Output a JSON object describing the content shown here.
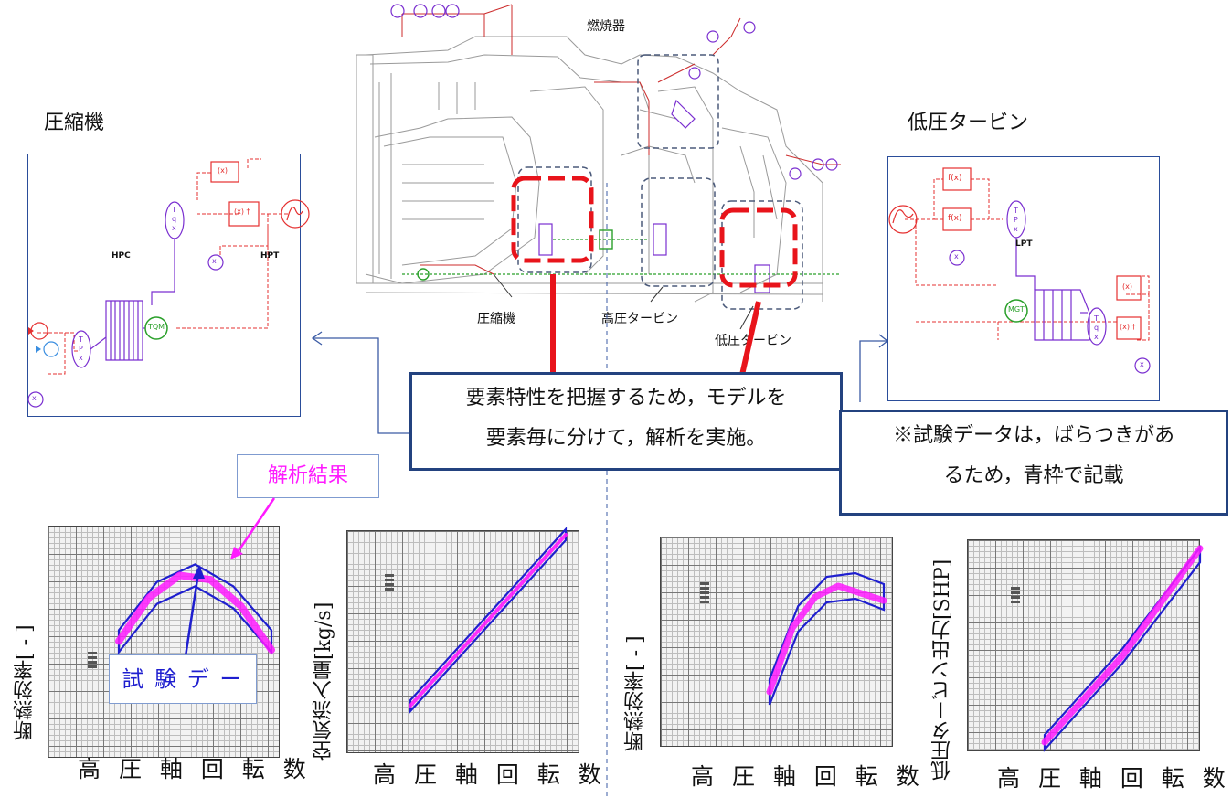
{
  "titles": {
    "compressor": "圧縮機",
    "lp_turbine": "低圧タービン"
  },
  "engine": {
    "combustor": "燃焼器",
    "compressor": "圧縮機",
    "hp_turbine": "高圧タービン",
    "lp_turbine": "低圧タービン"
  },
  "left_schematic": {
    "hpc": "HPC",
    "hpt": "HPT",
    "tqm": "TQM",
    "fx": "(x)",
    "fx2": "(x) †",
    "x": "x",
    "tqx": [
      "T",
      "q",
      "x"
    ],
    "tpx": [
      "T",
      "P",
      "x"
    ]
  },
  "right_schematic": {
    "lpt": "LPT",
    "mgt": "MGT",
    "fx": "f(x)",
    "fx2": "(x)",
    "fx3": "(x) †",
    "tpx": [
      "T",
      "P",
      "x"
    ],
    "tqx": [
      "T",
      "q",
      "x"
    ],
    "x": "x"
  },
  "callouts": {
    "main_line1": "要素特性を把握するため，モデルを",
    "main_line2": "要素毎に分けて，解析を実施。",
    "note_line1": "※試験データは，ばらつきがあ",
    "note_line2": "るため，青枠で記載",
    "analysis_result": "解析結果",
    "test_data": "試 験 デ ー"
  },
  "charts": {
    "xlabel": "高 圧 軸 回 転 数",
    "ylabel_efficiency": "断熱効率[ - ]",
    "ylabel_efficiency2": "断熱効率[ - ]",
    "ylabel_airflow": "空気流入量[kg/s]",
    "ylabel_power": "低圧タービン出力[SHP]"
  },
  "colors": {
    "analysis": "#ff1aff",
    "test_band": "#1f1fcf",
    "callout_border": "#23427f",
    "highlight": "#e8141b",
    "schematic_red": "#e53030",
    "schematic_purple": "#7a2fd0",
    "schematic_green": "#2aa02a"
  },
  "chart_data": [
    {
      "type": "line",
      "ylabel": "断熱効率[ - ]",
      "xlabel": "高 圧 軸 回 転 数",
      "series": [
        {
          "name": "解析結果",
          "x": [
            0,
            0.2,
            0.4,
            0.6,
            0.8,
            1.0
          ],
          "y": [
            0.62,
            0.72,
            0.77,
            0.76,
            0.7,
            0.6
          ]
        },
        {
          "name": "試験データ",
          "x": [
            0,
            0.25,
            0.5,
            0.75,
            1.0
          ],
          "y": [
            0.62,
            0.73,
            0.77,
            0.72,
            0.62
          ]
        }
      ]
    },
    {
      "type": "line",
      "ylabel": "空気流入量[kg/s]",
      "xlabel": "高 圧 軸 回 転 数",
      "series": [
        {
          "name": "解析結果",
          "x": [
            0,
            0.5,
            1.0
          ],
          "y": [
            0.1,
            0.5,
            0.9
          ]
        },
        {
          "name": "試験データ",
          "x": [
            0,
            0.5,
            1.0
          ],
          "y": [
            0.1,
            0.5,
            0.9
          ]
        }
      ]
    },
    {
      "type": "line",
      "ylabel": "断熱効率[ - ]",
      "xlabel": "高 圧 軸 回 転 数",
      "series": [
        {
          "name": "解析結果",
          "x": [
            0,
            0.2,
            0.4,
            0.6,
            0.8,
            1.0
          ],
          "y": [
            0.2,
            0.55,
            0.72,
            0.78,
            0.74,
            0.7
          ]
        },
        {
          "name": "試験データ",
          "x": [
            0,
            0.25,
            0.5,
            0.75,
            1.0
          ],
          "y": [
            0.2,
            0.6,
            0.76,
            0.78,
            0.72
          ]
        }
      ]
    },
    {
      "type": "line",
      "ylabel": "低圧タービン出力[SHP]",
      "xlabel": "高 圧 軸 回 転 数",
      "series": [
        {
          "name": "解析結果",
          "x": [
            0,
            0.5,
            1.0
          ],
          "y": [
            0.05,
            0.45,
            0.95
          ]
        },
        {
          "name": "試験データ",
          "x": [
            0,
            0.5,
            1.0
          ],
          "y": [
            0.05,
            0.45,
            0.92
          ]
        }
      ]
    }
  ]
}
